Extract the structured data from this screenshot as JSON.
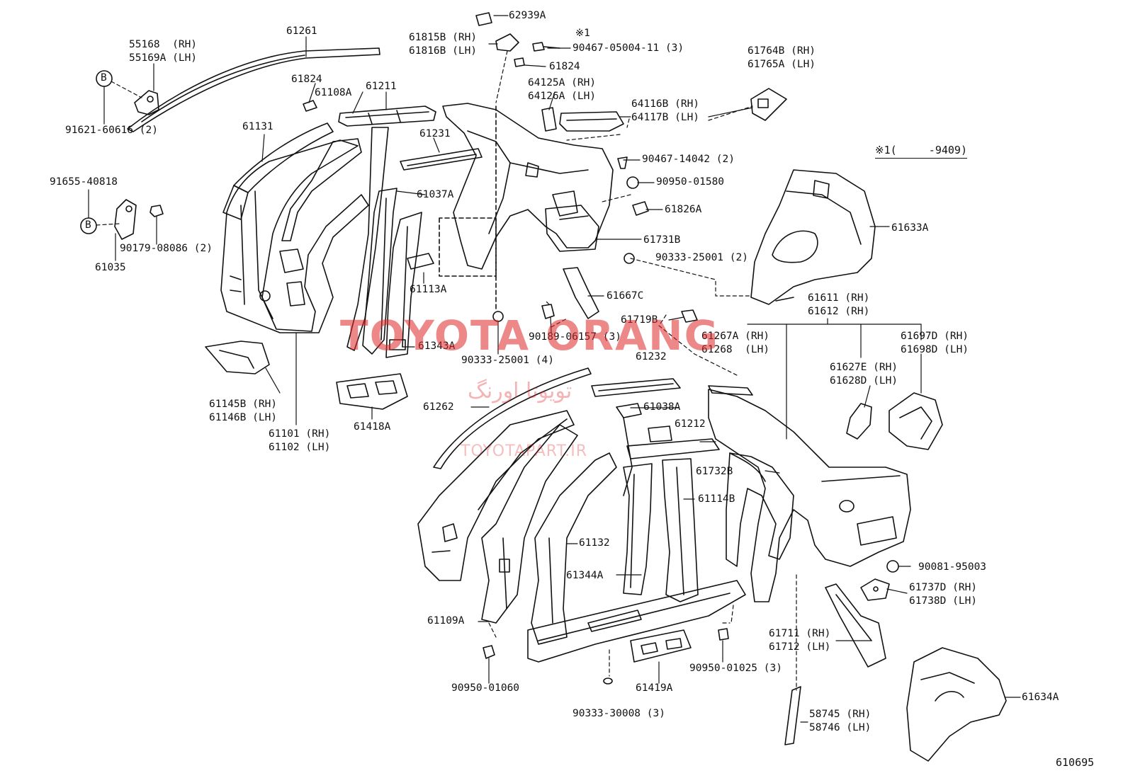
{
  "labels": {
    "l62939a": [
      "62939A"
    ],
    "l61815": [
      "61815B (RH)",
      "61816B (LH)"
    ],
    "l90467_05004": [
      "90467-05004-11 (3)"
    ],
    "lnote1": [
      "※1"
    ],
    "l61824a": [
      "61824"
    ],
    "l61261": [
      "61261"
    ],
    "l55168": [
      "55168  (RH)",
      "55169A (LH)"
    ],
    "l61824b": [
      "61824"
    ],
    "l61108a": [
      "61108A"
    ],
    "l61211": [
      "61211"
    ],
    "l91621": [
      "91621-60616 (2)"
    ],
    "l61131": [
      "61131"
    ],
    "l64125": [
      "64125A (RH)",
      "64126A (LH)"
    ],
    "l64116": [
      "64116B (RH)",
      "64117B (LH)"
    ],
    "l61764": [
      "61764B (RH)",
      "61765A (LH)"
    ],
    "l61231": [
      "61231"
    ],
    "l90467_14042": [
      "90467-14042 (2)"
    ],
    "l90950_01580": [
      "90950-01580"
    ],
    "l91655": [
      "91655-40818"
    ],
    "l61037a": [
      "61037A"
    ],
    "l61826a": [
      "61826A"
    ],
    "l61633a": [
      "61633A"
    ],
    "l90179": [
      "90179-08086 (2)"
    ],
    "l61731b": [
      "61731B"
    ],
    "l90333_25001a": [
      "90333-25001 (2)"
    ],
    "l61035": [
      "61035"
    ],
    "l61113a": [
      "61113A"
    ],
    "l61667c": [
      "61667C"
    ],
    "l61611": [
      "61611 (RH)",
      "61612 (RH)"
    ],
    "l61719b": [
      "61719B"
    ],
    "l90189": [
      "90189-06157 (3)"
    ],
    "l61267": [
      "61267A (RH)",
      "61268  (LH)"
    ],
    "l61697": [
      "61697D (RH)",
      "61698D (LH)"
    ],
    "l61343a": [
      "61343A"
    ],
    "l90333_25001b": [
      "90333-25001 (4)"
    ],
    "l61232": [
      "61232"
    ],
    "l61627": [
      "61627E (RH)",
      "61628D (LH)"
    ],
    "l61145": [
      "61145B (RH)",
      "61146B (LH)"
    ],
    "l61262": [
      "61262"
    ],
    "l61038a": [
      "61038A"
    ],
    "l61418a": [
      "61418A"
    ],
    "l61212": [
      "61212"
    ],
    "l61101": [
      "61101 (RH)",
      "61102 (LH)"
    ],
    "l61732b": [
      "61732B"
    ],
    "l61114b": [
      "61114B"
    ],
    "l61132": [
      "61132"
    ],
    "l90081": [
      "90081-95003"
    ],
    "l61344a": [
      "61344A"
    ],
    "l61737": [
      "61737D (RH)",
      "61738D (LH)"
    ],
    "l61109a": [
      "61109A"
    ],
    "l61711": [
      "61711 (RH)",
      "61712 (LH)"
    ],
    "l90950_01025": [
      "90950-01025 (3)"
    ],
    "l90950_01060": [
      "90950-01060"
    ],
    "l61419a": [
      "61419A"
    ],
    "l61634a": [
      "61634A"
    ],
    "l90333_30008": [
      "90333-30008 (3)"
    ],
    "l58745": [
      "58745 (RH)",
      "58746 (LH)"
    ]
  },
  "callout_letter": "B",
  "note": "※1(     -9409)",
  "figure_number": "610695",
  "watermark": {
    "main": "TOYOTA ORANG",
    "persian": "تویوتا اورنگ",
    "url": "TOYOTAPART.IR"
  }
}
